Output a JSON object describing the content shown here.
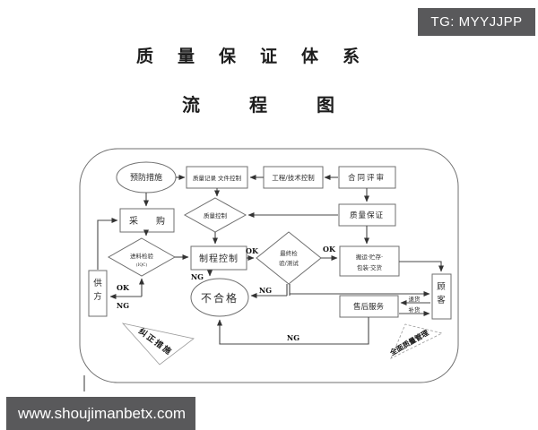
{
  "watermarks": {
    "badge": "TG: MYYJJPP",
    "footer_url": "www.shoujimanbetx.com"
  },
  "titles": {
    "main": "质量保证体系",
    "sub": "流程图"
  },
  "flowchart": {
    "nodes": {
      "preventive_measures": "预防措施",
      "record_doc_control": "质量记录 文件控制",
      "engineering_control": "工程/技术控制",
      "contract_review": "合同评审",
      "purchasing": "采　　购",
      "quality_control": "质量控制",
      "quality_assurance": "质量保证",
      "incoming_inspection": "进料检验",
      "incoming_inspection_note": "(IQC)",
      "process_control": "制程控制",
      "final_inspection_line1": "最终检",
      "final_inspection_line2": "验/测试",
      "handling_line1": "搬运·贮存·",
      "handling_line2": "包装·交货",
      "supplier": "供方",
      "nonconforming": "不合格",
      "after_sales_service": "售后服务",
      "customer": "顾客"
    },
    "labels": {
      "ok": "OK",
      "ng": "NG",
      "return_goods": "退货",
      "replacement": "补货",
      "banner_corrective": "纠正措施",
      "banner_tqm": "全面质量管理"
    }
  }
}
